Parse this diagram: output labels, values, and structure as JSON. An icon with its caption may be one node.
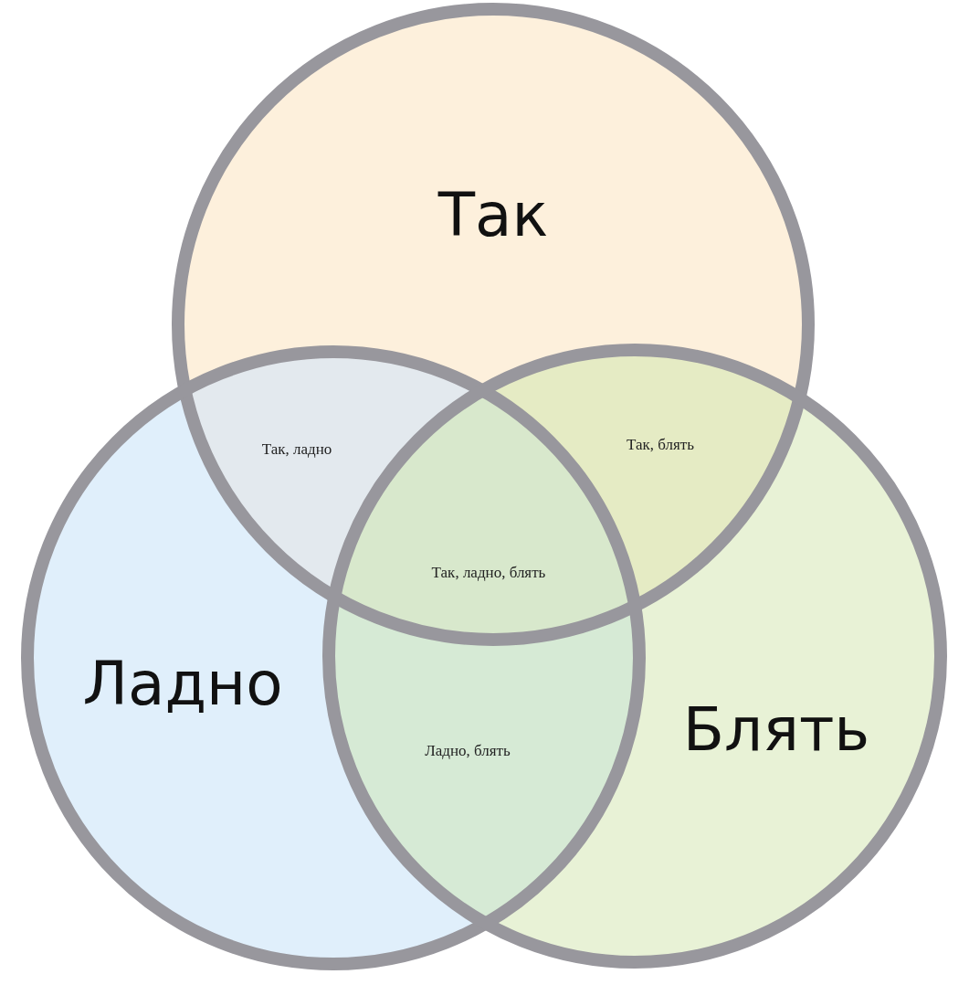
{
  "diagram": {
    "nodes": [
      {
        "text": [
          "Так"
        ]
      },
      {
        "text": [
          "Ладно"
        ]
      },
      {
        "text": [
          "Блять"
        ]
      }
    ],
    "labels": [
      "Так, ладно",
      "Так, блять",
      "Так, ладно, блять",
      "Ладно, блять"
    ]
  }
}
